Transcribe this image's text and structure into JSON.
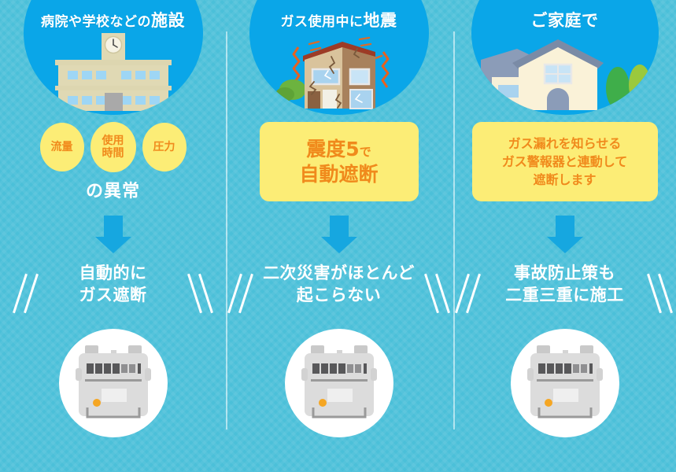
{
  "page": {
    "title": "ガス遮断のしくみ インフォグラフィック",
    "background_color": "#4bc0d9",
    "accent_blue": "#0aa6e8",
    "arrow_blue": "#16a7e0",
    "badge_yellow": "#fced76",
    "badge_text_color": "#f08a1c",
    "white": "#ffffff"
  },
  "columns": [
    {
      "id": "facility",
      "header": {
        "text_normal": "病院や学校などの",
        "text_emphasis": "施設",
        "illustration": "school-building-with-clock-icon"
      },
      "badges": [
        {
          "label": "流量"
        },
        {
          "label": "使用\n時間",
          "line1": "使用",
          "line2": "時間"
        },
        {
          "label": "圧力"
        }
      ],
      "badges_suffix": "の異常",
      "arrow": "down-arrow-icon",
      "result_line1": "自動的に",
      "result_line2": "ガス遮断",
      "meter": "gas-meter-icon"
    },
    {
      "id": "earthquake",
      "header": {
        "text_normal": "ガス使用中に",
        "text_emphasis": "地震",
        "illustration": "shaking-damaged-house-icon"
      },
      "box_line1_main": "震度5",
      "box_line1_suffix": "で",
      "box_line2": "自動遮断",
      "arrow": "down-arrow-icon",
      "result_line1": "二次災害がほとんど",
      "result_line2": "起こらない",
      "meter": "gas-meter-icon"
    },
    {
      "id": "home",
      "header": {
        "text_normal": "",
        "text_emphasis": "ご家庭で",
        "illustration": "house-with-trees-icon"
      },
      "box_line1": "ガス漏れを知らせる",
      "box_line2": "ガス警報器と連動して",
      "box_line3": "遮断します",
      "arrow": "down-arrow-icon",
      "result_line1": "事故防止策も",
      "result_line2": "二重三重に施工",
      "meter": "gas-meter-icon"
    }
  ]
}
